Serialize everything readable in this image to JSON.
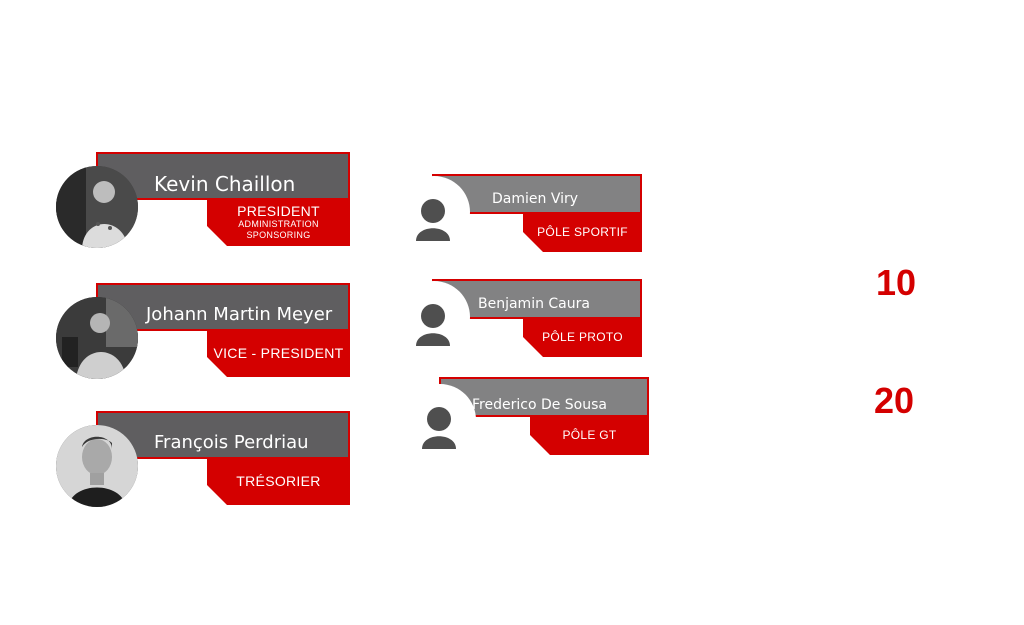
{
  "colors": {
    "accent": "#d40000",
    "banner_dark": "#5f5e60",
    "banner_light": "#828283"
  },
  "board": [
    {
      "name": "Kevin Chaillon",
      "role": "PRESIDENT",
      "sub1": "ADMINISTRATION",
      "sub2": "SPONSORING"
    },
    {
      "name": "Johann Martin Meyer",
      "role": "VICE - PRESIDENT"
    },
    {
      "name": "François Perdriau",
      "role": "TRÉSORIER"
    }
  ],
  "poles": [
    {
      "name": "Damien Viry",
      "role": "PÔLE SPORTIF",
      "icon": "user-icon"
    },
    {
      "name": "Benjamin Caura",
      "role": "PÔLE PROTO",
      "icon": "user-icon"
    },
    {
      "name": "Frederico De Sousa",
      "role": "PÔLE GT",
      "icon": "user-icon"
    }
  ],
  "numbers": [
    "10",
    "20"
  ]
}
